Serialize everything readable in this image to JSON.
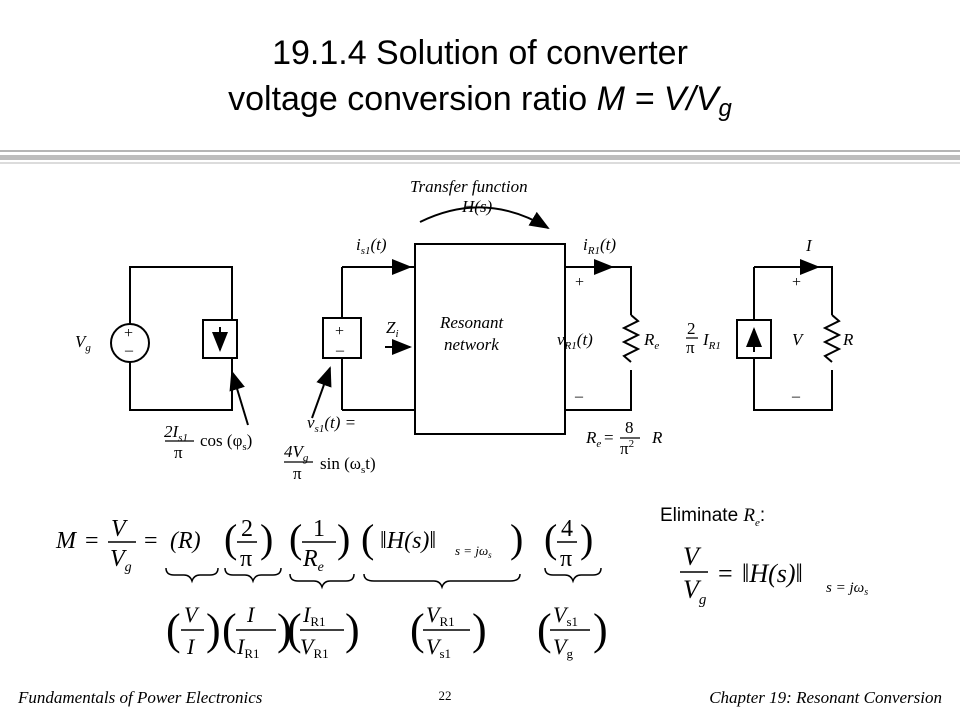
{
  "slide": {
    "title_line1": "19.1.4  Solution of converter",
    "title_line2_prefix": "voltage conversion ratio ",
    "title_line2_math": "M = V/V",
    "title_line2_sub": "g"
  },
  "diagram": {
    "transfer_label1": "Transfer function",
    "transfer_label2": "H(s)",
    "vg": "V",
    "vg_sub": "g",
    "is1": "i",
    "is1_sub": "s1",
    "is1_tail": "(t)",
    "ir1": "i",
    "ir1_sub": "R1",
    "ir1_tail": "(t)",
    "resonant1": "Resonant",
    "resonant2": "network",
    "zi": "Z",
    "zi_sub": "i",
    "vr1": "v",
    "vr1_sub": "R1",
    "vr1_tail": "(t)",
    "re": "R",
    "re_sub": "e",
    "plus": "+",
    "minus": "–",
    "current_num": "2I",
    "current_num_sub": "s1",
    "pi": "π",
    "cos_expr": "cos (φ",
    "cos_sub": "s",
    "cos_tail": ")",
    "vs1": "v",
    "vs1_sub": "s1",
    "vs1_tail": "(t) =",
    "sin_num": "4V",
    "sin_num_sub": "g",
    "sin_expr": "sin (ω",
    "sin_sub": "s",
    "sin_tail": "t)",
    "re_eq_lhs": "R",
    "re_eq_lhs_sub": "e",
    "re_eq_eq": "=",
    "re_eq_num": "8",
    "re_eq_den": "π",
    "re_eq_den_sup": "2",
    "re_eq_r": "R",
    "two": "2",
    "i_label": "I",
    "v_label": "V",
    "r_label": "R"
  },
  "equation": {
    "m": "M",
    "eq": "=",
    "v": "V",
    "vg": "V",
    "vg_sub": "g",
    "term_r": "R",
    "num_2": "2",
    "den_pi": "π",
    "num_1": "1",
    "den_re": "R",
    "den_re_sub": "e",
    "h_expr": "H(s)",
    "h_sub": "s = jω",
    "h_sub_s": "s",
    "num_4": "4",
    "r1_num": "V",
    "r1_den": "I",
    "r2_num": "I",
    "r2_den": "I",
    "r2_den_sub": "R1",
    "r3_num": "I",
    "r3_num_sub": "R1",
    "r3_den": "V",
    "r3_den_sub": "R1",
    "r4_num": "V",
    "r4_num_sub": "R1",
    "r4_den": "V",
    "r4_den_sub": "s1",
    "r5_num": "V",
    "r5_num_sub": "s1",
    "r5_den": "V",
    "r5_den_sub": "g"
  },
  "eliminate": {
    "prefix": "Eliminate ",
    "var": "R",
    "var_sub": "e",
    "suffix": ":",
    "v": "V",
    "vg": "V",
    "vg_sub": "g",
    "h_expr": "H(s)",
    "h_sub": "s = jω",
    "h_sub_s": "s"
  },
  "footer": {
    "left": "Fundamentals of Power Electronics",
    "page": "22",
    "right": "Chapter 19:  Resonant Conversion"
  },
  "colors": {
    "rule_dark": "#9a9a9a",
    "rule_light": "#d8d8d8"
  }
}
